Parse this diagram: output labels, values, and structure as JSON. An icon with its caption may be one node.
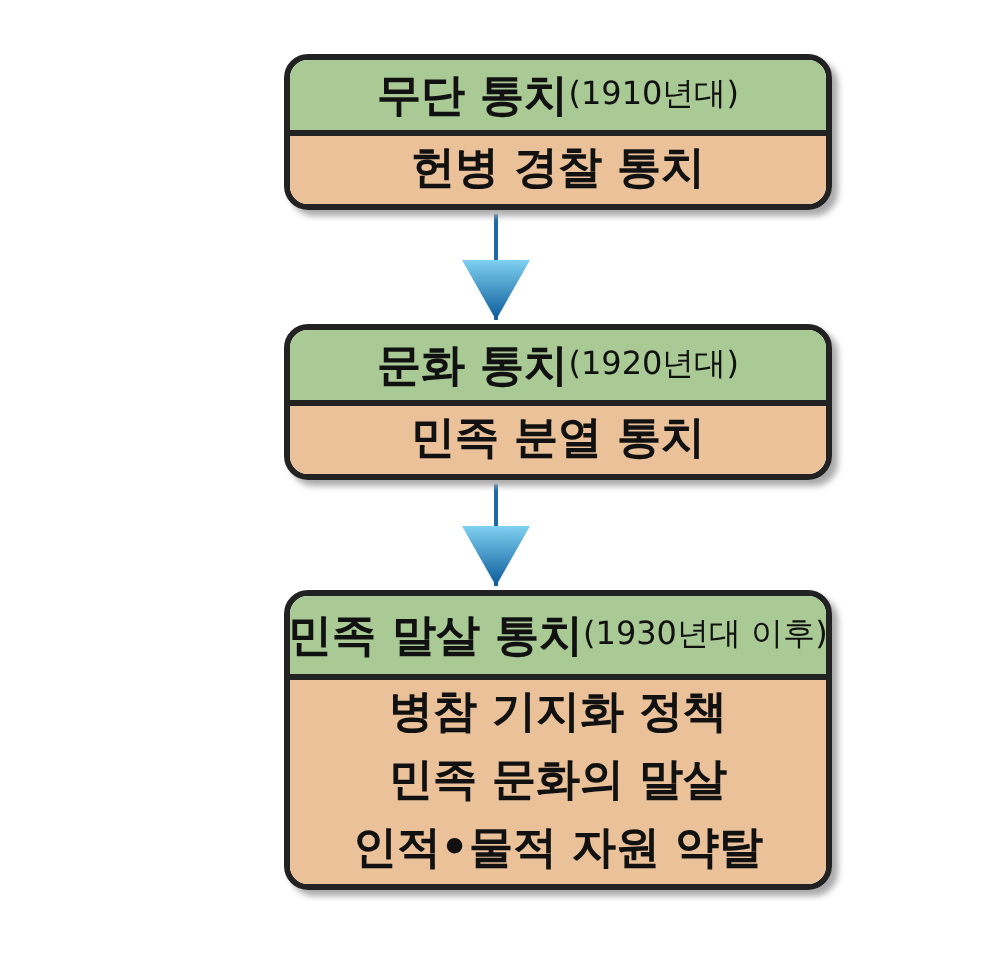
{
  "diagram": {
    "nodes": [
      {
        "text": [
          "무단 통치",
          "(1910년대)",
          "헌병 경찰 통치"
        ]
      },
      {
        "text": [
          "문화 통치",
          "(1920년대)",
          "민족 분열 통치"
        ]
      },
      {
        "text": [
          "민족 말살 통치",
          "(1930년대 이후)",
          "병참 기지화 정책",
          "민족 문화의 말살",
          "인적•물적 자원 약탈"
        ]
      }
    ],
    "edges": [
      {
        "from": 0,
        "to": 1,
        "arrow": "to"
      },
      {
        "from": 1,
        "to": 2,
        "arrow": "to"
      }
    ]
  }
}
